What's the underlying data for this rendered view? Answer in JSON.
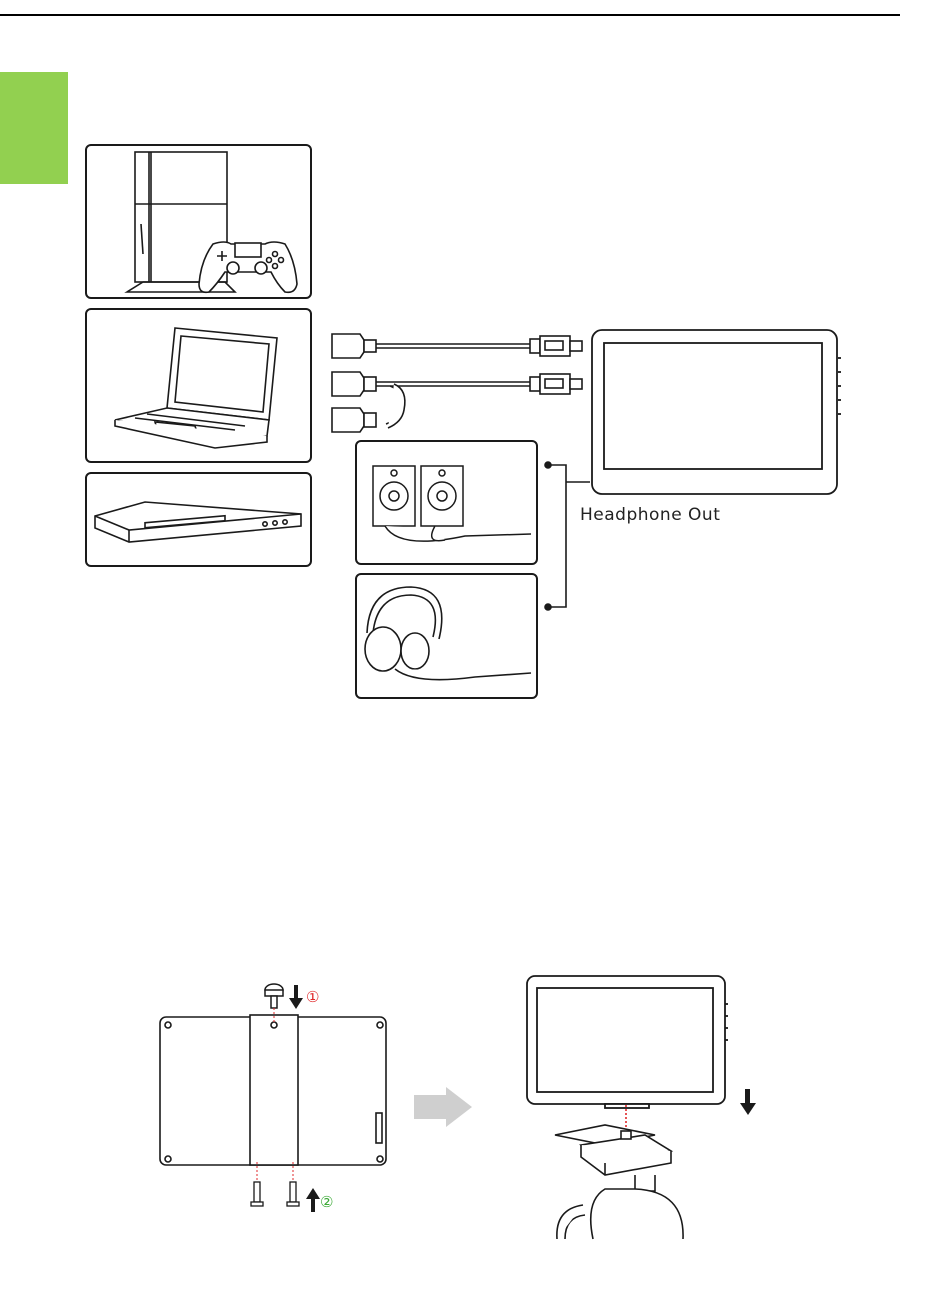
{
  "labels": {
    "headphone_out": "Headphone Out",
    "step1": "①",
    "step2": "②"
  },
  "colors": {
    "accent_tab": "#92d050",
    "step1": "#e0292b",
    "step2": "#3aa935",
    "arrow_grey": "#cfcfcf",
    "line": "#1a1a1a"
  },
  "icons": [
    "game-console-icon",
    "gamepad-icon",
    "laptop-icon",
    "dvd-player-icon",
    "hdmi-cable-icon",
    "usb-cable-icon",
    "speakers-icon",
    "headphones-icon",
    "portable-monitor-icon",
    "thumb-screw-icon",
    "right-arrow-icon",
    "down-arrow-icon",
    "tripod-head-icon"
  ]
}
